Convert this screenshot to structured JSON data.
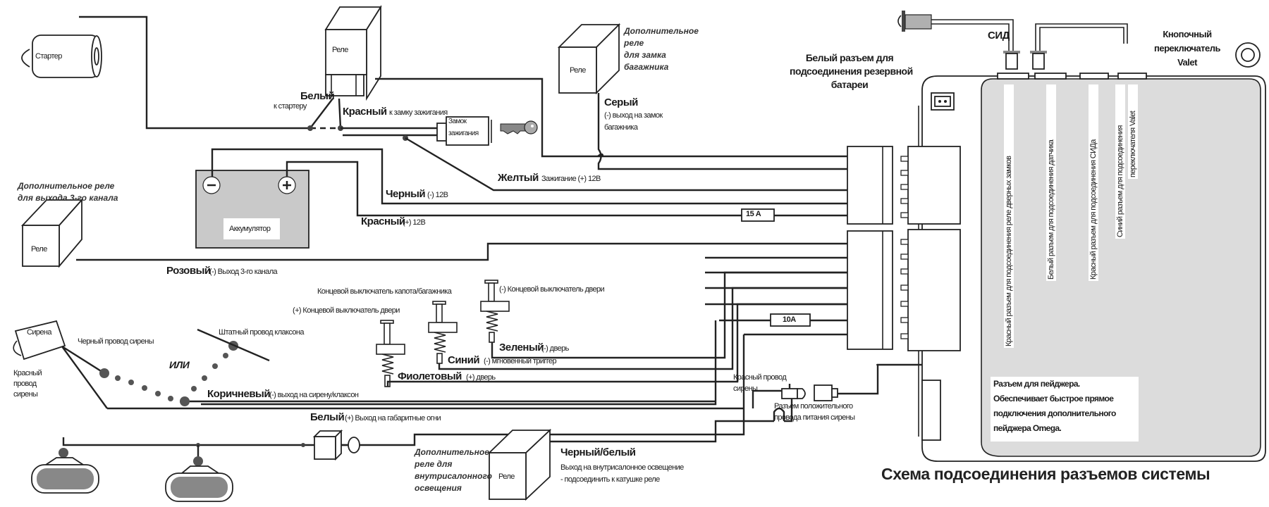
{
  "title": "Схема подсоединения разъемов системы",
  "components": {
    "starter": "Стартер",
    "relay_label": "Реле",
    "ignition_lock": [
      "Замок",
      "зажигания"
    ],
    "battery": "Аккумулятор",
    "siren": "Сирена",
    "led": "СИД",
    "valet_switch": [
      "Кнопочный",
      "переключатель",
      "Valet"
    ],
    "or_label": "ИЛИ",
    "fuse_15": "15 А",
    "fuse_10": "10А"
  },
  "relay_notes": {
    "trunk": [
      "Дополнительное",
      "реле",
      "для замка",
      "багажника"
    ],
    "channel3": [
      "Дополнительное реле",
      "для выхода 3-го канала"
    ],
    "interior": [
      "Дополнительное",
      "реле для",
      "внутрисалонного",
      "освещения"
    ]
  },
  "wires": {
    "white_starter": {
      "color": "Белый",
      "desc": "к стартеру"
    },
    "red_ignition": {
      "color": "Красный",
      "desc": "к замку зажигания"
    },
    "grey_trunk": {
      "color": "Серый",
      "desc": [
        "(-) выход на замок",
        "багажника"
      ]
    },
    "yellow": {
      "color": "Желтый",
      "desc": "Зажигание (+) 12В"
    },
    "black": {
      "color": "Черный",
      "desc": "(-) 12В"
    },
    "red_power": {
      "color": "Красный",
      "desc": "(+) 12В"
    },
    "pink": {
      "color": "Розовый",
      "desc": "(-) Выход 3-го канала"
    },
    "green": {
      "color": "Зеленый",
      "desc": "(-) дверь"
    },
    "blue": {
      "color": "Синий",
      "desc": "(-) мгновенный триггер"
    },
    "violet": {
      "color": "Фиолетовый",
      "desc": "(+) дверь"
    },
    "brown": {
      "color": "Коричневый",
      "desc": "(-) выход на сирену/клаксон"
    },
    "white_lights": {
      "color": "Белый",
      "desc": "(+) Выход на габаритные огни"
    },
    "black_white": {
      "color": "Черный/белый",
      "desc": [
        "Выход на внутрисалонное освещение",
        "- подсоединить к катушке реле"
      ]
    }
  },
  "switch_notes": {
    "hood_trunk": "Концевой выключатель капота/багажника",
    "door_pos": "(+) Концевой выключатель двери",
    "door_neg": "(-) Концевой выключатель двери"
  },
  "siren_notes": {
    "black_wire": "Черный провод сирены",
    "horn_wire": "Штатный провод клаксона",
    "red_wire": [
      "Красный",
      "провод",
      "сирены"
    ],
    "red_wire_conn": [
      "Красный провод",
      "сирены"
    ],
    "pos_conn": [
      "Разъем положительного",
      "провода питания сирены"
    ]
  },
  "unit_notes": {
    "backup_battery": [
      "Белый разъем для",
      "подсоединения резервной",
      "батареи"
    ],
    "vertical": [
      "Красный разъем для подсоединения реле дверных замков",
      "Белый разъем для подсоединения датчика",
      "Красный разъем для подсоединения СИДа",
      "Синий разъем для подсоединения",
      "переключателя Valet"
    ],
    "pager": [
      "Разъем для пейджера.",
      "Обеспечивает быстрое прямое",
      "подключения дополнительного",
      "пейджера Omega."
    ]
  }
}
